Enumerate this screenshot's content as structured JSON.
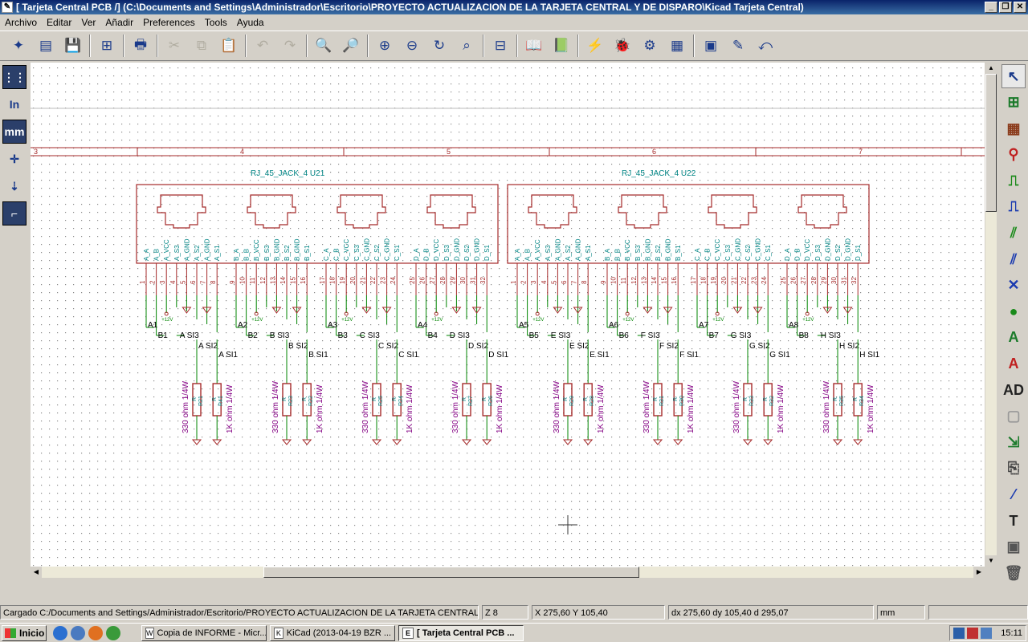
{
  "window": {
    "title": "[ Tarjeta Central PCB /] (C:\\Documents and Settings\\Administrador\\Escritorio\\PROYECTO ACTUALIZACION DE LA TARJETA CENTRAL Y DE DISPARO\\Kicad Tarjeta Central)",
    "minimize_glyph": "_",
    "maximize_glyph": "❐",
    "close_glyph": "✕"
  },
  "menu": [
    "Archivo",
    "Editar",
    "Ver",
    "Añadir",
    "Preferences",
    "Tools",
    "Ayuda"
  ],
  "toolbar": {
    "items": [
      {
        "name": "new-schematic-icon",
        "glyph": "✦"
      },
      {
        "name": "open-schematic-icon",
        "glyph": "▤"
      },
      {
        "name": "save-icon",
        "glyph": "💾"
      },
      {
        "sep": true
      },
      {
        "name": "page-settings-icon",
        "glyph": "⊞"
      },
      {
        "sep": true
      },
      {
        "name": "print-icon",
        "glyph": "🖶"
      },
      {
        "sep": true
      },
      {
        "name": "cut-icon",
        "glyph": "✂",
        "dim": true
      },
      {
        "name": "copy-icon",
        "glyph": "⧉",
        "dim": true
      },
      {
        "name": "paste-icon",
        "glyph": "📋",
        "dim": true
      },
      {
        "sep": true
      },
      {
        "name": "undo-icon",
        "glyph": "↶",
        "dim": true
      },
      {
        "name": "redo-icon",
        "glyph": "↷",
        "dim": true
      },
      {
        "sep": true
      },
      {
        "name": "find-icon",
        "glyph": "🔍"
      },
      {
        "name": "find-replace-icon",
        "glyph": "🔎"
      },
      {
        "sep": true
      },
      {
        "name": "zoom-in-icon",
        "glyph": "⊕"
      },
      {
        "name": "zoom-out-icon",
        "glyph": "⊖"
      },
      {
        "name": "redraw-icon",
        "glyph": "↻"
      },
      {
        "name": "zoom-fit-icon",
        "glyph": "⌕"
      },
      {
        "sep": true
      },
      {
        "name": "hierarchy-navigator-icon",
        "glyph": "⊟"
      },
      {
        "sep": true
      },
      {
        "name": "library-editor-icon",
        "glyph": "📖"
      },
      {
        "name": "library-browser-icon",
        "glyph": "📗"
      },
      {
        "sep": true
      },
      {
        "name": "annotate-icon",
        "glyph": "⚡"
      },
      {
        "name": "erc-icon",
        "glyph": "🐞"
      },
      {
        "name": "netlist-icon",
        "glyph": "⚙"
      },
      {
        "name": "bom-icon",
        "glyph": "▦"
      },
      {
        "sep": true
      },
      {
        "name": "cvpcb-icon",
        "glyph": "▣"
      },
      {
        "name": "pcbnew-icon",
        "glyph": "✎"
      },
      {
        "name": "back-annotate-icon",
        "glyph": "⤺"
      }
    ]
  },
  "left_tools": [
    {
      "name": "grid-toggle-icon",
      "glyph": "⋮⋮",
      "active": true
    },
    {
      "name": "units-inch-icon",
      "glyph": "In",
      "active": false
    },
    {
      "name": "units-mm-icon",
      "glyph": "mm",
      "active": true
    },
    {
      "name": "cursor-shape-icon",
      "glyph": "✛",
      "active": false
    },
    {
      "name": "hidden-pins-icon",
      "glyph": "⇣",
      "active": false
    },
    {
      "name": "bus-wire-orientation-icon",
      "glyph": "⌐",
      "active": true
    }
  ],
  "right_tools": [
    {
      "name": "select-arrow-icon",
      "glyph": "↖",
      "color": "#1a3a8a",
      "active": true
    },
    {
      "name": "hierarchy-push-pop-icon",
      "glyph": "⊞",
      "color": "#1a7a2a"
    },
    {
      "name": "add-component-icon",
      "glyph": "▦",
      "color": "#8a3a1a"
    },
    {
      "name": "add-power-icon",
      "glyph": "⚲",
      "color": "#c02020"
    },
    {
      "name": "add-wire-icon",
      "glyph": "⎍",
      "color": "#1a8a1a"
    },
    {
      "name": "add-bus-icon",
      "glyph": "⎍",
      "color": "#1a3ab0"
    },
    {
      "name": "add-wire-entry-icon",
      "glyph": "⫽",
      "color": "#1a8a1a"
    },
    {
      "name": "add-bus-entry-icon",
      "glyph": "⫽",
      "color": "#1a3ab0"
    },
    {
      "name": "no-connect-icon",
      "glyph": "✕",
      "color": "#1a3ab0"
    },
    {
      "name": "add-junction-icon",
      "glyph": "●",
      "color": "#1a8a1a"
    },
    {
      "name": "add-net-label-icon",
      "glyph": "A",
      "color": "#1a7a2a"
    },
    {
      "name": "add-global-label-icon",
      "glyph": "A",
      "color": "#c02020"
    },
    {
      "name": "add-hierarchical-label-icon",
      "glyph": "AD",
      "color": "#222222"
    },
    {
      "name": "add-hierarchical-sheet-icon",
      "glyph": "▢",
      "color": "#999999"
    },
    {
      "name": "import-sheet-pin-icon",
      "glyph": "⇲",
      "color": "#1a7a2a"
    },
    {
      "name": "add-sheet-pin-icon",
      "glyph": "⎘",
      "color": "#444444"
    },
    {
      "name": "add-graphic-line-icon",
      "glyph": "⁄",
      "color": "#1a3ab0"
    },
    {
      "name": "add-text-icon",
      "glyph": "T",
      "color": "#222222"
    },
    {
      "name": "add-image-icon",
      "glyph": "▣",
      "color": "#555555"
    },
    {
      "name": "delete-icon",
      "glyph": "🗑",
      "color": "#555555"
    }
  ],
  "schematic": {
    "frame_columns": [
      "3",
      "4",
      "5",
      "6",
      "7"
    ],
    "connectors": [
      {
        "title": "RJ_45_JACK_4 U21",
        "jacks": [
          {
            "pins": [
              "A_A",
              "A_B",
              "A_VCC",
              "A_S3",
              "A_GND",
              "A_S2",
              "A_GND",
              "A_S1"
            ],
            "nums": [
              "1",
              "2",
              "3",
              "4",
              "5",
              "6",
              "7",
              "8"
            ]
          },
          {
            "pins": [
              "B_A",
              "B_B",
              "B_VCC",
              "B_S3",
              "B_GND",
              "B_S2",
              "B_GND",
              "B_S1"
            ],
            "nums": [
              "9",
              "10",
              "11",
              "12",
              "13",
              "14",
              "15",
              "16"
            ]
          },
          {
            "pins": [
              "C_A",
              "C_B",
              "C_VCC",
              "C_S3",
              "C_GND",
              "C_S2",
              "C_GND",
              "C_S1"
            ],
            "nums": [
              "17",
              "18",
              "19",
              "20",
              "21",
              "22",
              "23",
              "24"
            ]
          },
          {
            "pins": [
              "D_A",
              "D_B",
              "D_VCC",
              "D_S3",
              "D_GND",
              "D_S2",
              "D_GND",
              "D_S1"
            ],
            "nums": [
              "25",
              "26",
              "27",
              "28",
              "29",
              "30",
              "31",
              "32"
            ]
          }
        ]
      },
      {
        "title": "RJ_45_JACK_4 U22",
        "jacks": [
          {
            "pins": [
              "A_A",
              "A_B",
              "A_VCC",
              "A_S3",
              "A_GND",
              "A_S2",
              "A_GND",
              "A_S1"
            ],
            "nums": [
              "1",
              "2",
              "3",
              "4",
              "5",
              "6",
              "7",
              "8"
            ]
          },
          {
            "pins": [
              "B_A",
              "B_B",
              "B_VCC",
              "B_S3",
              "B_GND",
              "B_S2",
              "B_GND",
              "B_S1"
            ],
            "nums": [
              "9",
              "10",
              "11",
              "12",
              "13",
              "14",
              "15",
              "16"
            ]
          },
          {
            "pins": [
              "C_A",
              "C_B",
              "C_VCC",
              "C_S3",
              "C_GND",
              "C_S2",
              "C_GND",
              "C_S1"
            ],
            "nums": [
              "17",
              "18",
              "19",
              "20",
              "21",
              "22",
              "23",
              "24"
            ]
          },
          {
            "pins": [
              "D_A",
              "D_B",
              "D_VCC",
              "D_S3",
              "D_GND",
              "D_S2",
              "D_GND",
              "D_S1"
            ],
            "nums": [
              "25",
              "26",
              "27",
              "28",
              "29",
              "30",
              "31",
              "32"
            ]
          }
        ]
      }
    ],
    "power_label": "+12V",
    "groups": [
      {
        "a": "A1",
        "b": "B1",
        "si3": "A SI3",
        "si2": "A SI2",
        "si1": "A SI1",
        "r1": {
          "ref": "R21",
          "value": "330 ohm 1/4W"
        },
        "r2": {
          "ref": "R41",
          "value": "1K ohm 1/4W"
        }
      },
      {
        "a": "A2",
        "b": "B2",
        "si3": "B SI3",
        "si2": "B SI2",
        "si1": "B SI1",
        "r1": {
          "ref": "R23",
          "value": "330 ohm 1/4W"
        },
        "r2": {
          "ref": "R22",
          "value": "1K ohm 1/4W"
        }
      },
      {
        "a": "A3",
        "b": "B3",
        "si3": "C SI3",
        "si2": "C SI2",
        "si1": "C SI1",
        "r1": {
          "ref": "R25",
          "value": "330 ohm 1/4W"
        },
        "r2": {
          "ref": "R24",
          "value": "1K ohm 1/4W"
        }
      },
      {
        "a": "A4",
        "b": "B4",
        "si3": "D SI3",
        "si2": "D SI2",
        "si1": "D SI1",
        "r1": {
          "ref": "R27",
          "value": "330 ohm 1/4W"
        },
        "r2": {
          "ref": "R26",
          "value": "1K ohm 1/4W"
        }
      },
      {
        "a": "A5",
        "b": "B5",
        "si3": "E SI3",
        "si2": "E SI2",
        "si1": "E SI1",
        "r1": {
          "ref": "R29",
          "value": "330 ohm 1/4W"
        },
        "r2": {
          "ref": "R28",
          "value": "1K ohm 1/4W"
        }
      },
      {
        "a": "A6",
        "b": "B6",
        "si3": "F SI3",
        "si2": "F SI2",
        "si1": "F SI1",
        "r1": {
          "ref": "R31",
          "value": "330 ohm 1/4W"
        },
        "r2": {
          "ref": "R30",
          "value": "1K ohm 1/4W"
        }
      },
      {
        "a": "A7",
        "b": "B7",
        "si3": "G SI3",
        "si2": "G SI2",
        "si1": "G SI1",
        "r1": {
          "ref": "R33",
          "value": "330 ohm 1/4W"
        },
        "r2": {
          "ref": "R32",
          "value": "1K ohm 1/4W"
        }
      },
      {
        "a": "A8",
        "b": "B8",
        "si3": "H SI3",
        "si2": "H SI2",
        "si1": "H SI1",
        "r1": {
          "ref": "R35",
          "value": "330 ohm 1/4W"
        },
        "r2": {
          "ref": "R34",
          "value": "1K ohm 1/4W"
        }
      }
    ],
    "colors": {
      "component": "#a52a2a",
      "pin_name": "#008484",
      "wire": "#008400",
      "net_label": "#000000",
      "value": "#840084",
      "ref": "#008484",
      "grid": "#8a8a8a",
      "frame": "#a52a2a"
    }
  },
  "status": {
    "message": "Cargado C:/Documents and Settings/Administrador/Escritorio/PROYECTO ACTUALIZACION DE LA TARJETA CENTRAL Y D...",
    "zoom": "Z 8",
    "coords": "X 275,60  Y 105,40",
    "delta": "dx 275,60  dy 105,40  d 295,07",
    "units": "mm"
  },
  "taskbar": {
    "start": "Inicio",
    "tasks": [
      {
        "label": "Copia de INFORME - Micr...",
        "icon": "W",
        "active": false
      },
      {
        "label": "KiCad (2013-04-19 BZR ...",
        "icon": "K",
        "active": false
      },
      {
        "label": "[ Tarjeta Central PCB ...",
        "icon": "E",
        "active": true
      }
    ],
    "clock": "15:11"
  }
}
